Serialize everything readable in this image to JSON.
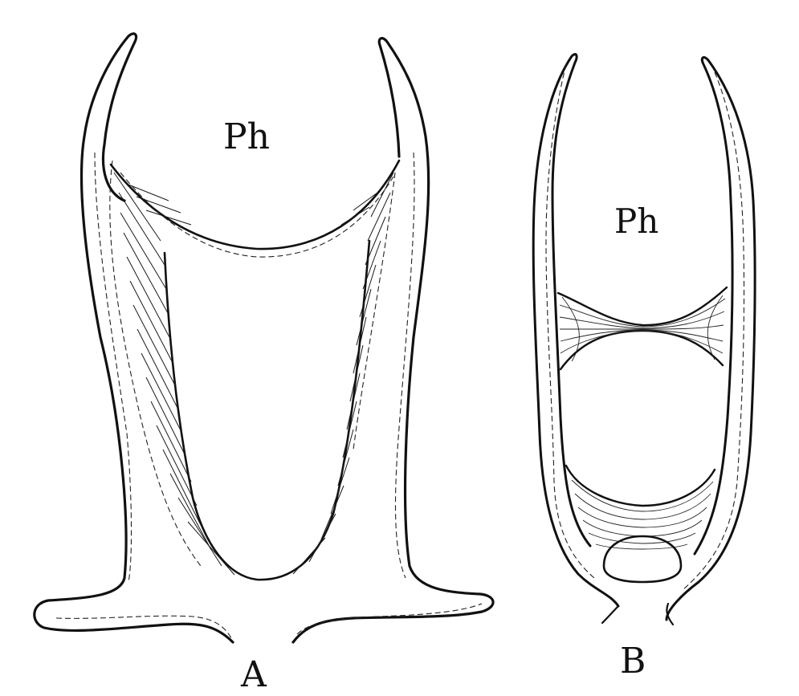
{
  "figure": {
    "panel_a": {
      "cavity_label": "Ph",
      "caption": "A"
    },
    "panel_b": {
      "cavity_label": "Ph",
      "caption": "B"
    }
  },
  "colors": {
    "ink": "#111111",
    "paper": "#ffffff"
  }
}
